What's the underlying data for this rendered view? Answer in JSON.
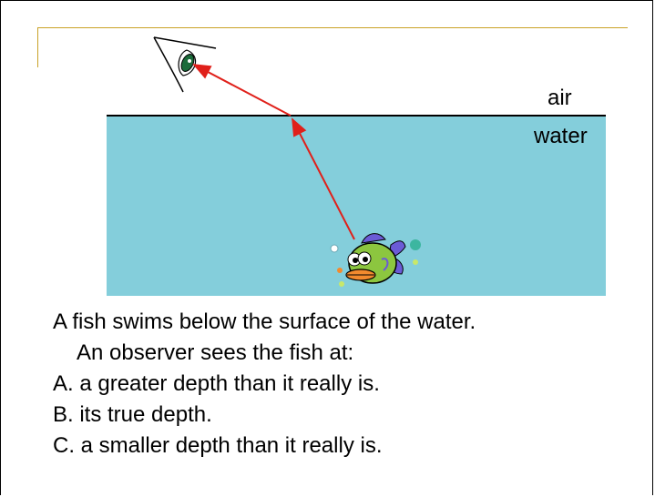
{
  "labels": {
    "air": "air",
    "water": "water"
  },
  "question": {
    "stem_line1": "A fish swims below the surface of the water.",
    "stem_line2": "An observer sees the fish at:",
    "options": [
      "A. a greater depth than it really is.",
      "B. its true depth.",
      "C. a smaller depth than it really is."
    ]
  },
  "colors": {
    "water": "#84cedb",
    "ray": "#e0201a",
    "accent_line": "#c9a227",
    "fish_body": "#8cc63f",
    "fish_lips": "#f28a2e"
  },
  "icons": {
    "observer": "eye-icon",
    "object": "fish-icon"
  }
}
